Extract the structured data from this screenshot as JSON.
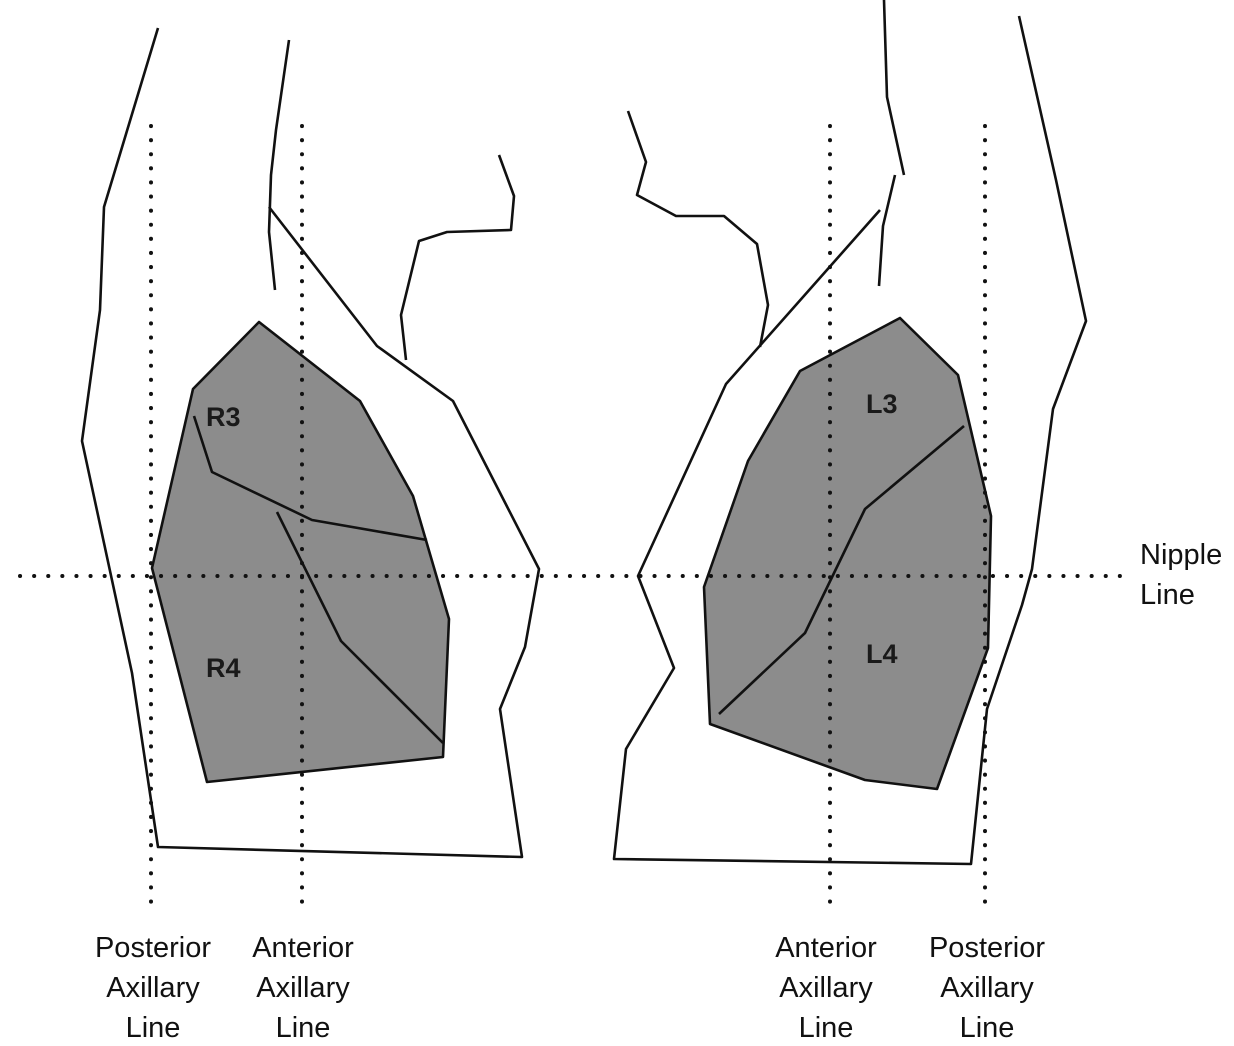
{
  "zones": {
    "r3": "R3",
    "r4": "R4",
    "l3": "L3",
    "l4": "L4"
  },
  "lines": {
    "nipple": [
      "Nipple",
      "Line"
    ],
    "right_posterior": [
      "Posterior",
      "Axillary",
      "Line"
    ],
    "right_anterior": [
      "Anterior",
      "Axillary",
      "Line"
    ],
    "left_anterior": [
      "Anterior",
      "Axillary",
      "Line"
    ],
    "left_posterior": [
      "Posterior",
      "Axillary",
      "Line"
    ]
  },
  "colors": {
    "lung_fill": "#8c8c8c",
    "outline": "#111111",
    "background": "#ffffff"
  }
}
